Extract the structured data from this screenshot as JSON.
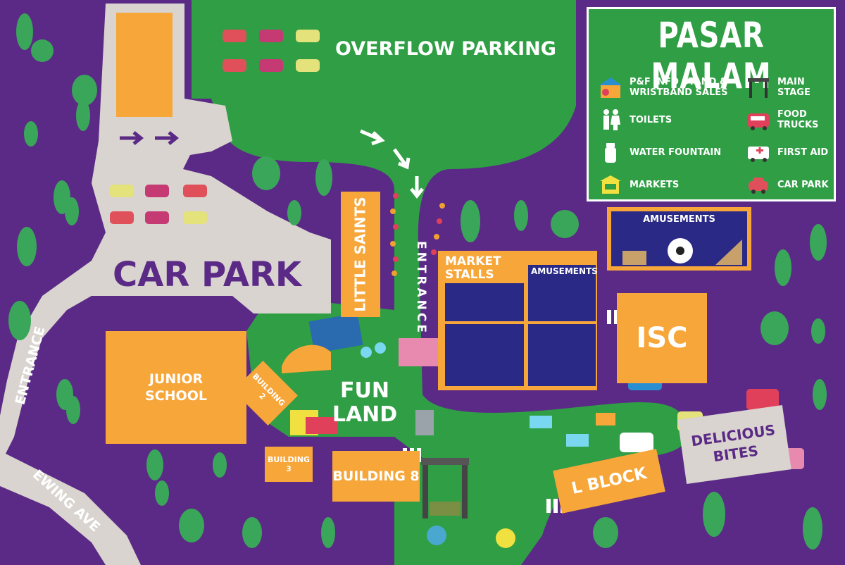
{
  "title": "PASAR MALAM",
  "colors": {
    "background": "#5b2a86",
    "grass": "#2f9e44",
    "building": "#f7a63a",
    "road": "#d9d4cf",
    "tree": "#3aa65a"
  },
  "legend": {
    "items": [
      {
        "icon": "info-stand-icon",
        "label": "P&F INFO STAND & WRISTBAND SALES"
      },
      {
        "icon": "main-stage-icon",
        "label": "MAIN STAGE"
      },
      {
        "icon": "toilets-icon",
        "label": "TOILETS"
      },
      {
        "icon": "food-truck-icon",
        "label": "FOOD TRUCKS"
      },
      {
        "icon": "water-fountain-icon",
        "label": "WATER FOUNTAIN"
      },
      {
        "icon": "ambulance-icon",
        "label": "FIRST AID"
      },
      {
        "icon": "market-stall-icon",
        "label": "MARKETS"
      },
      {
        "icon": "car-icon",
        "label": "CAR PARK"
      }
    ]
  },
  "places": {
    "overflow_parking": "OVERFLOW PARKING",
    "car_park": "CAR PARK",
    "little_saints": "LITTLE SAINTS",
    "entrance_main": "ENTRANCE",
    "entrance_side": "ENTRANCE",
    "ewing_ave": "EWING AVE",
    "junior_school": "JUNIOR SCHOOL",
    "building_2": "BUILDING 2",
    "building_3": "BUILDING 3",
    "building_8": "BUILDING 8",
    "fun_land": "FUN LAND",
    "market_stalls": "MARKET STALLS",
    "amusements_small": "AMUSEMENTS",
    "amusements_box": "AMUSEMENTS",
    "isc": "ISC",
    "l_block": "L BLOCK",
    "delicious_bites": "DELICIOUS BITES"
  }
}
